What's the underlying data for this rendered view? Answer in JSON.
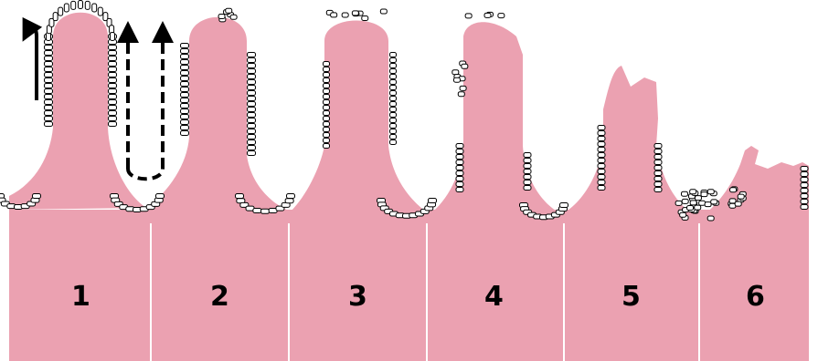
{
  "colors": {
    "tissue": "#eba1b1",
    "divider": "#ffffff",
    "cell_fill": "#ffffff",
    "cell_stroke": "#000000",
    "arrow": "#000000",
    "label": "#000000"
  },
  "panels": [
    {
      "label": "1",
      "stage": "intact-villus-with-migration-arrows"
    },
    {
      "label": "2",
      "stage": "epithelial-lifting-at-tip"
    },
    {
      "label": "3",
      "stage": "partial-denudation"
    },
    {
      "label": "4",
      "stage": "extensive-denudation"
    },
    {
      "label": "5",
      "stage": "villus-collapse-crypt-cell-clumping"
    },
    {
      "label": "6",
      "stage": "complete-villus-loss"
    }
  ],
  "icons": {
    "arrows": "migration-arrow-icon",
    "cells": "epithelial-cell-icon"
  }
}
